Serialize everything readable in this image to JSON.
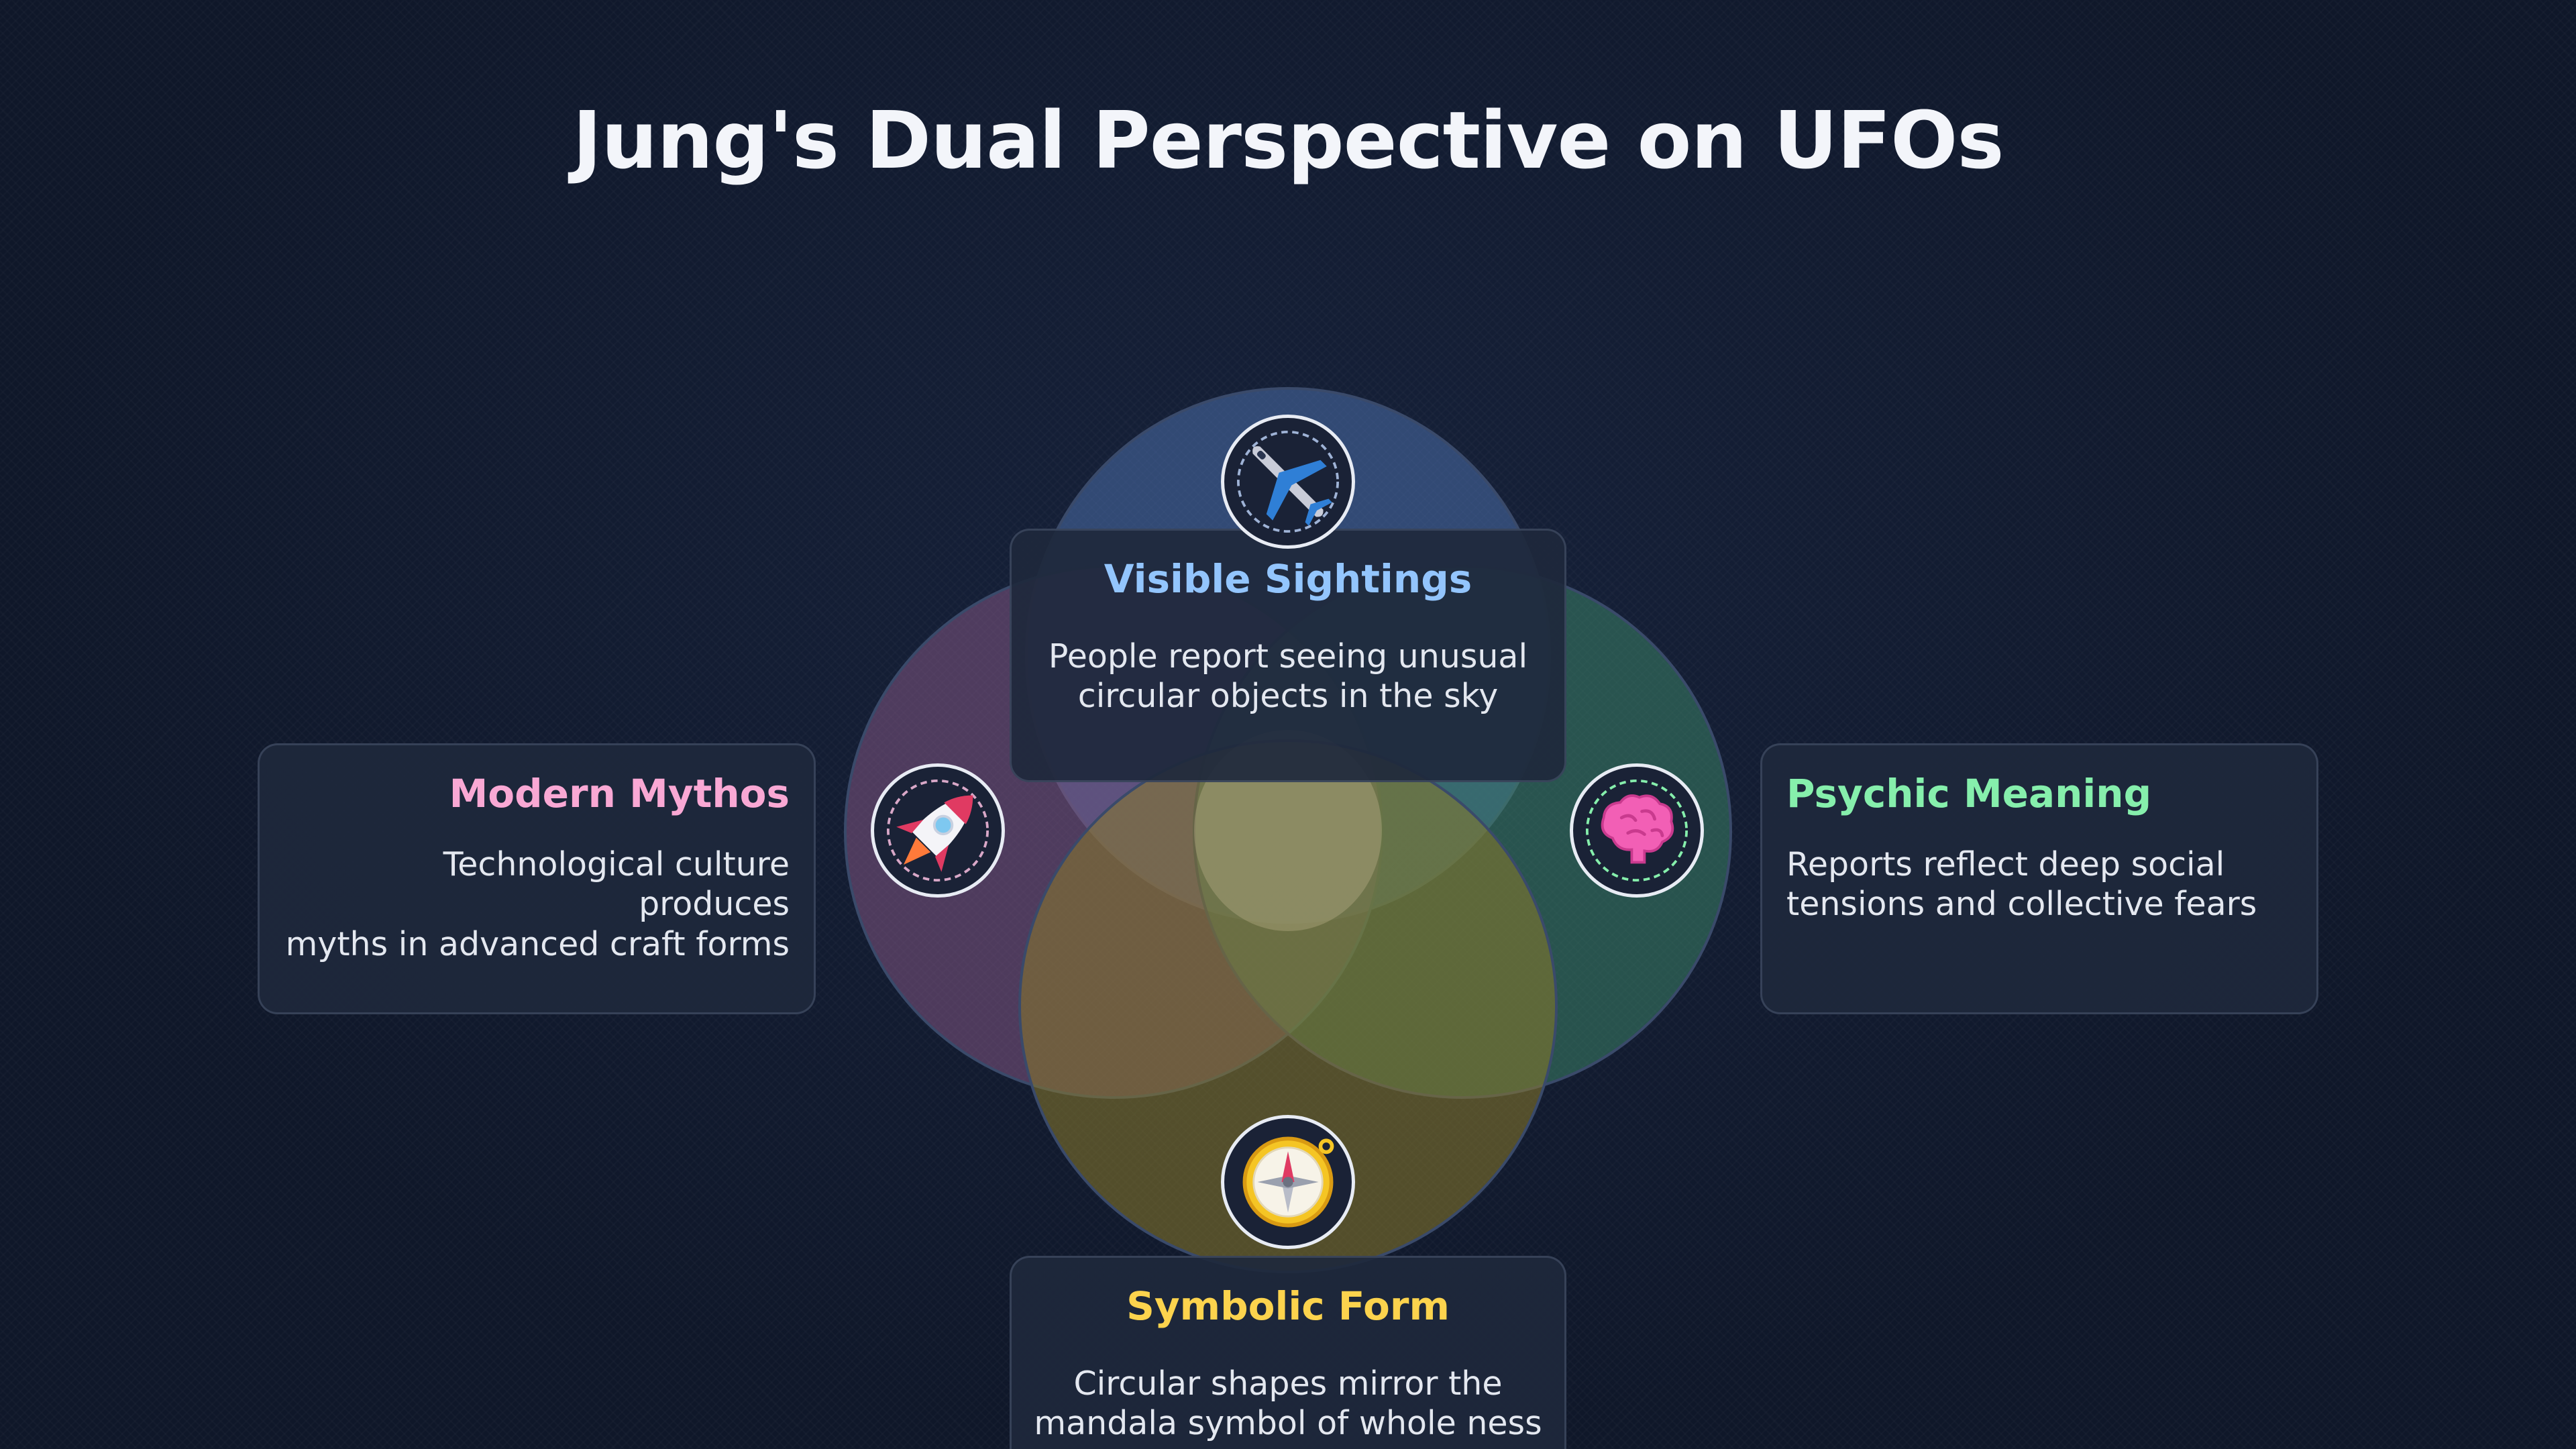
{
  "title": "Jung's Dual Perspective on UFOs",
  "colors": {
    "background": "#111a2e",
    "sightings": "#93c5fd",
    "mythos": "#f9a8d4",
    "psychic": "#86efac",
    "symbolic": "#fcd34d",
    "circle_top": "#4a6ea8",
    "circle_left": "#8a5a88",
    "circle_right": "#3e8a6a",
    "circle_bottom": "#8a7a2a"
  },
  "sections": {
    "sightings": {
      "title": "Visible Sightings",
      "text_line1": "People report seeing unusual",
      "text_line2": "circular objects in the sky",
      "icon": "airplane-icon"
    },
    "mythos": {
      "title": "Modern Mythos",
      "text_line1": "Technological culture produces",
      "text_line2": "myths in advanced craft forms",
      "icon": "rocket-icon"
    },
    "psychic": {
      "title": "Psychic Meaning",
      "text_line1": "Reports reflect deep social",
      "text_line2": "tensions and collective fears",
      "icon": "brain-icon"
    },
    "symbolic": {
      "title": "Symbolic Form",
      "text_line1": "Circular shapes mirror the",
      "text_line2": "mandala symbol of whole ness",
      "icon": "compass-icon"
    }
  }
}
